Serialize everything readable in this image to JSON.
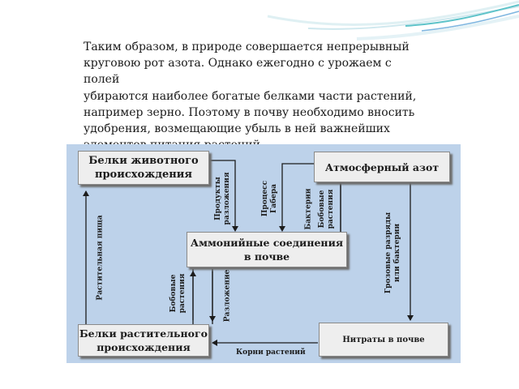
{
  "paragraph_lines": [
    "Таким образом, в природе совершается непрерывный",
    "круговою рот азота. Однако ежегодно с урожаем с полей",
    "убираются наиболее богатые белками части растений,",
    "например зерно. Поэтому в почву необходимо вносить",
    "удобрения, возмещающие убыль в ней важнейших",
    "элементов питания растений."
  ],
  "diagram": {
    "boxes": {
      "animal_proteins": [
        "Белки животного",
        "происхождения"
      ],
      "atmospheric_nitrogen": "Атмосферный азот",
      "ammonium": [
        "Аммонийные соединения",
        "в почве"
      ],
      "plant_proteins": [
        "Белки растительного",
        "происхождения"
      ],
      "nitrates": "Нитраты в почве"
    },
    "labels": {
      "decay_products": [
        "Продукты",
        "разложения"
      ],
      "haber_process": [
        "Процесс",
        "Габера"
      ],
      "bacteria": "Бактерии",
      "legumes_top": [
        "Бобовые",
        "растения"
      ],
      "lightning": [
        "Грозовые разряды",
        "или бактерии"
      ],
      "plant_food": "Растительная пища",
      "legumes_bottom": [
        "Бобовые",
        "растения"
      ],
      "decomposition": "Разложение",
      "plant_roots": "Корни растений"
    }
  },
  "colors": {
    "panel": "#bdd2ea",
    "box": "#eeeeee",
    "arrow": "#1c1c1c",
    "wave_teal": "#5ec3c9",
    "wave_blue": "#7fb6e0"
  }
}
